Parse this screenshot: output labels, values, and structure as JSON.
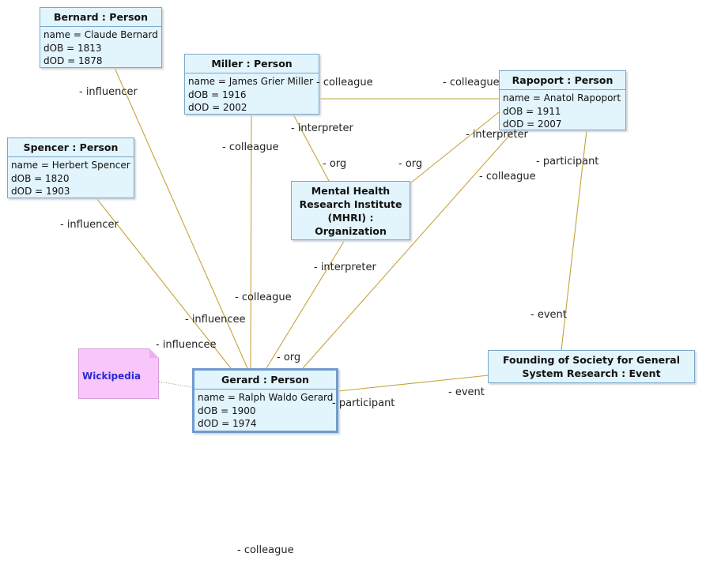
{
  "objects": {
    "bernard": {
      "title": "Bernard : Person",
      "attrs": [
        "name = Claude Bernard",
        "dOB = 1813",
        "dOD = 1878"
      ]
    },
    "miller": {
      "title": "Miller : Person",
      "attrs": [
        "name = James Grier Miller",
        "dOB = 1916",
        "dOD = 2002"
      ]
    },
    "rapoport": {
      "title": "Rapoport : Person",
      "attrs": [
        "name = Anatol Rapoport",
        "dOB = 1911",
        "dOD = 2007"
      ]
    },
    "spencer": {
      "title": "Spencer : Person",
      "attrs": [
        "name = Herbert Spencer",
        "dOB = 1820",
        "dOD = 1903"
      ]
    },
    "mhri": {
      "title_lines": [
        "Mental Health",
        "Research Institute",
        "(MHRI) :",
        "Organization"
      ]
    },
    "gerard": {
      "title": "Gerard : Person",
      "attrs": [
        "name = Ralph Waldo Gerard",
        "dOB = 1900",
        "dOD = 1974"
      ]
    },
    "founding": {
      "title_lines": [
        "Founding of Society for General",
        "System Research : Event"
      ]
    }
  },
  "note": {
    "text": "Wickipedia",
    "fill": "#f8c6fb",
    "text_color": "#2a2ad0"
  },
  "roles": {
    "bernard_influencer": "- influencer",
    "miller_colleague_right": "- colleague",
    "rapoport_colleague_left": "- colleague",
    "miller_interpreter": "- interpreter",
    "rapoport_interpreter": "- interpreter",
    "miller_colleague_down": "- colleague",
    "spencer_influencer": "- influencer",
    "mhri_org_left": "- org",
    "mhri_org_right": "- org",
    "rapoport_colleague_down": "- colleague",
    "rapoport_participant": "- participant",
    "mhri_interpreter": "- interpreter",
    "gerard_colleague_up": "- colleague",
    "founding_event_up": "- event",
    "gerard_influencee_1": "- influencee",
    "gerard_influencee_2": "- influencee",
    "gerard_org": "- org",
    "founding_event_left": "- event",
    "gerard_participant": "- participant",
    "stray_colleague": "- colleague"
  },
  "colors": {
    "object_fill": "#e2f4fc",
    "object_border": "#7ba7c8",
    "selected_border": "#6f9bd0",
    "edge": "#c4a43a"
  }
}
